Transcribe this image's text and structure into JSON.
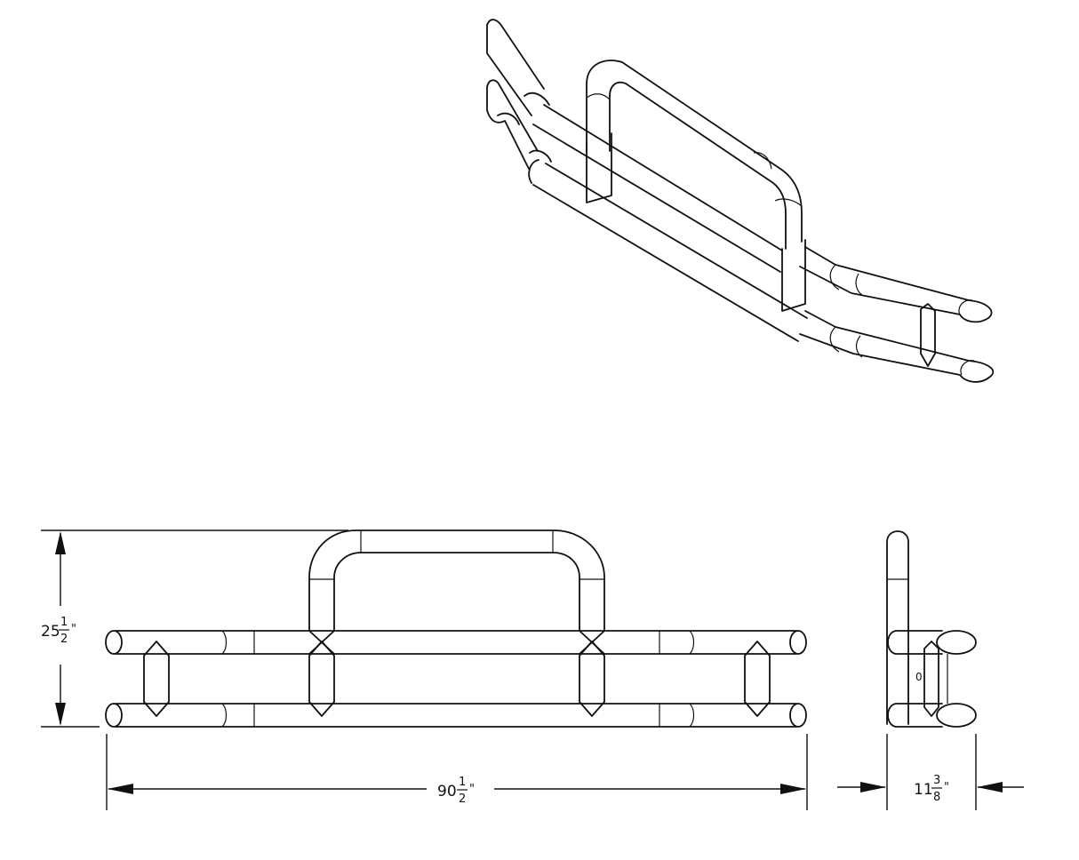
{
  "dimensions": {
    "height": {
      "whole": "25",
      "num": "1",
      "den": "2",
      "unit": "\""
    },
    "width": {
      "whole": "90",
      "num": "1",
      "den": "2",
      "unit": "\""
    },
    "depth": {
      "whole": "11",
      "num": "3",
      "den": "8",
      "unit": "\""
    }
  },
  "side_view": {
    "label": "0"
  },
  "colors": {
    "line": "#111111",
    "background": "#ffffff"
  }
}
